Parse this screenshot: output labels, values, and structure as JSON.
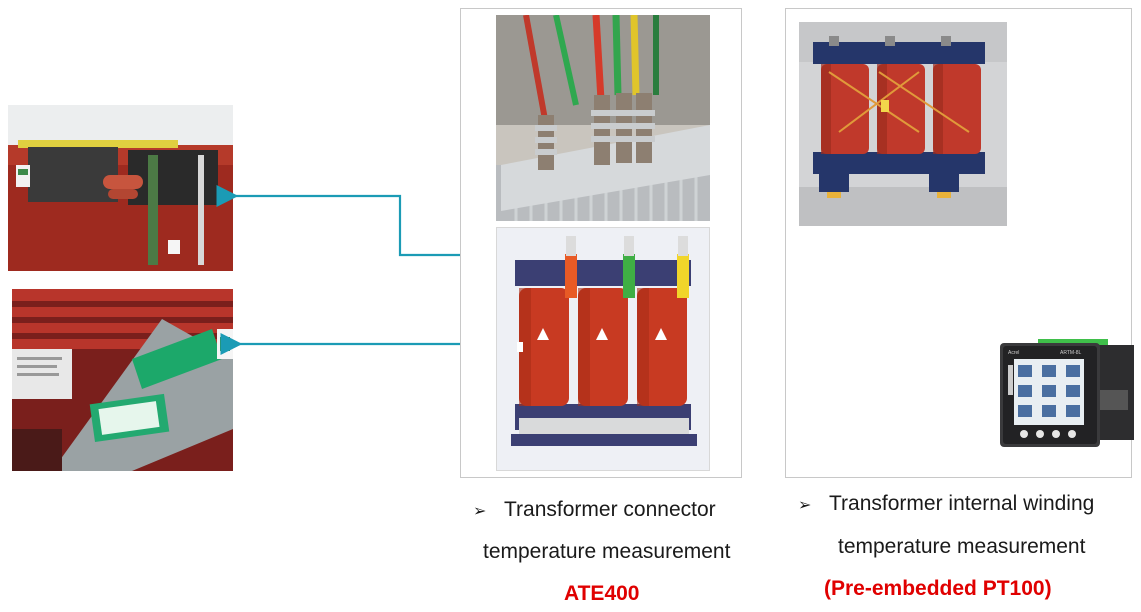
{
  "left_photos": {
    "top": {
      "name": "connector-sensor-closeup-1"
    },
    "bottom": {
      "name": "connector-sensor-closeup-2"
    }
  },
  "connector_section": {
    "bullet": "➢",
    "caption_line1": "Transformer connector",
    "caption_line2": "temperature measurement",
    "product": "ATE400"
  },
  "winding_section": {
    "bullet": "➢",
    "caption_line1": "Transformer internal winding",
    "caption_line2": "temperature measurement",
    "product": "(Pre-embedded PT100)"
  },
  "device": {
    "brand": "Acrel",
    "model": "ARTM-8L"
  },
  "colors": {
    "arrow": "#1b9bb5",
    "accent_red": "#e00000",
    "transformer_red": "#c83a22",
    "frame_border": "#c8c8c8"
  }
}
